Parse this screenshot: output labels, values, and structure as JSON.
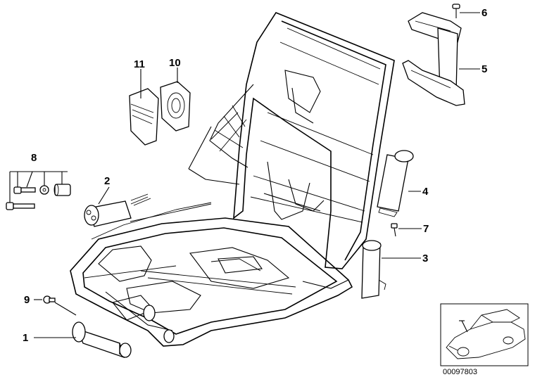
{
  "callouts": [
    "1",
    "2",
    "3",
    "4",
    "5",
    "6",
    "7",
    "8",
    "9",
    "10",
    "11"
  ],
  "reference_number": "00097803",
  "icons": {
    "seat_frame": "seat-frame-assembly",
    "inset_car": "car-location-inset"
  },
  "colors": {
    "ink": "#000000",
    "paper": "#ffffff"
  }
}
